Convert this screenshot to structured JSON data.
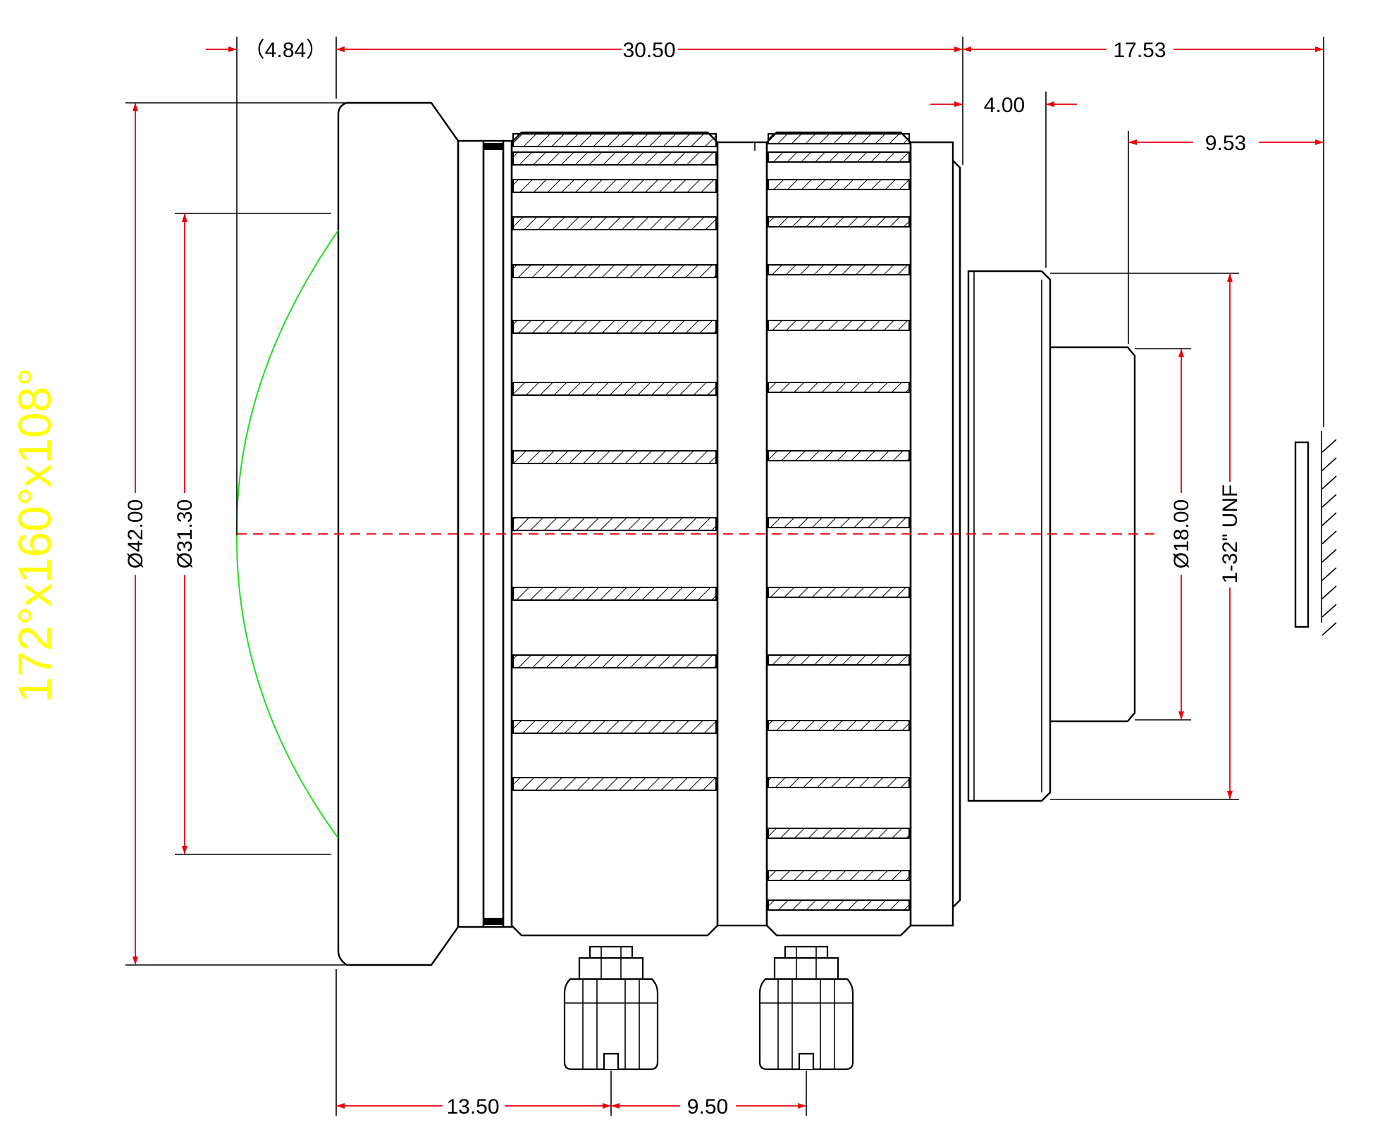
{
  "colors": {
    "outline": "#000000",
    "dimension": "#e8000b",
    "optic_surface": "#22dd22",
    "fov_text": "#ffff00",
    "background": "#ffffff"
  },
  "fov_label": "172°x160°x108°",
  "dimensions": {
    "front_offset": "（4.84）",
    "body_length": "30.50",
    "flange_length": "17.53",
    "thread_length": "4.00",
    "back_focal": "9.53",
    "outer_diameter": "Ø42.00",
    "front_glass_diameter": "Ø31.30",
    "rear_diameter": "Ø18.00",
    "mount_thread": "1-32\" UNF",
    "screw1_offset": "13.50",
    "screw_spacing": "9.50"
  }
}
